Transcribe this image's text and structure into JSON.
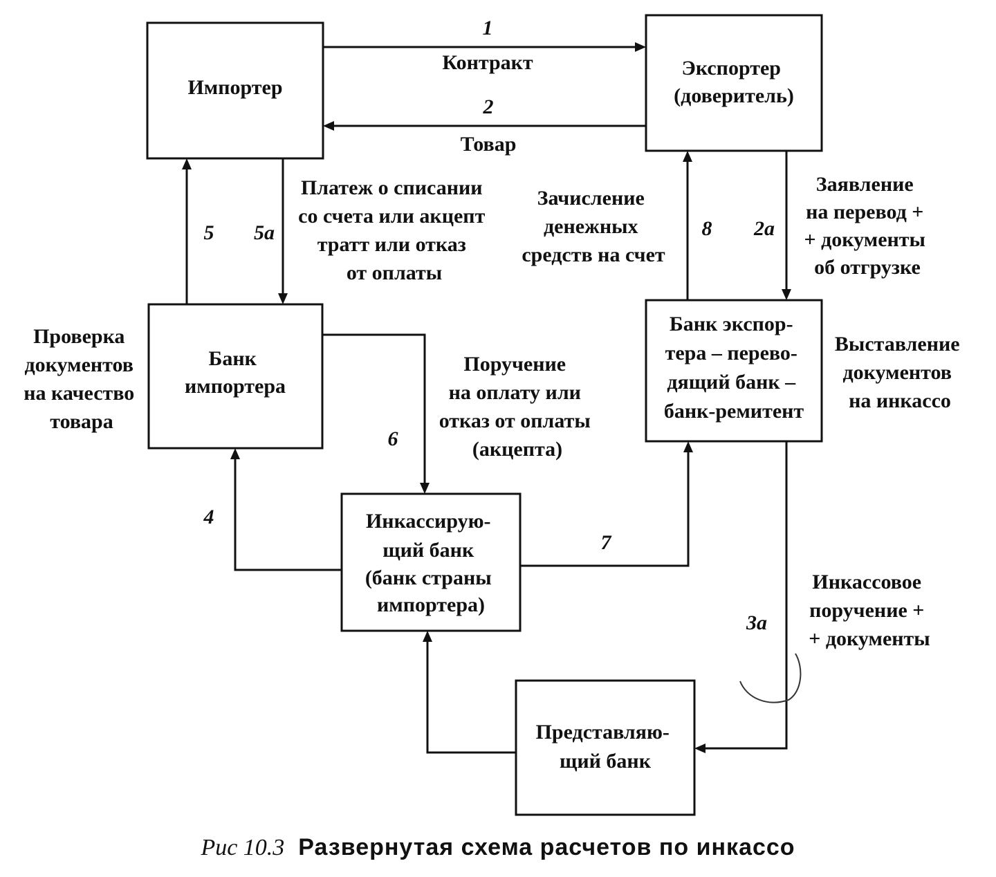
{
  "nodes": {
    "importer": [
      "Импортер"
    ],
    "exporter": [
      "Экспортер",
      "(доверитель)"
    ],
    "importer_bank": [
      "Банк",
      "импортера"
    ],
    "exporter_bank": [
      "Банк экспор-",
      "тера – перево-",
      "дящий банк –",
      "банк-ремитент"
    ],
    "collecting_bank": [
      "Инкассирую-",
      "щий банк",
      "(банк страны",
      "импортера)"
    ],
    "presenting_bank": [
      "Представляю-",
      "щий банк"
    ]
  },
  "flows": {
    "f1": {
      "number": "1",
      "label": [
        "Контракт"
      ]
    },
    "f2": {
      "number": "2",
      "label": [
        "Товар"
      ]
    },
    "f2a": {
      "number": "2а",
      "label": [
        "Заявление",
        "на перевод +",
        "+ документы",
        "об отгрузке"
      ]
    },
    "f3a": {
      "number": "3а",
      "label": [
        "Инкассовое",
        "поручение +",
        "+ документы"
      ]
    },
    "f4": {
      "number": "4"
    },
    "f5": {
      "number": "5"
    },
    "f5a": {
      "number": "5а",
      "label": [
        "Платеж о списании",
        "со счета или акцепт",
        "тратт или отказ",
        "от оплаты"
      ]
    },
    "f6": {
      "number": "6",
      "label": [
        "Поручение",
        "на оплату или",
        "отказ от оплаты",
        "(акцепта)"
      ]
    },
    "f7": {
      "number": "7"
    },
    "f8": {
      "number": "8",
      "label": [
        "Зачисление",
        "денежных",
        "средств на счет"
      ]
    }
  },
  "notes": {
    "documents_check": [
      "Проверка",
      "документов",
      "на качество",
      "товара"
    ],
    "documents_presentation": [
      "Выставление",
      "документов",
      "на инкассо"
    ]
  },
  "caption": {
    "prefix": "Рис 10.3",
    "text": "Развернутая схема расчетов по инкассо"
  }
}
